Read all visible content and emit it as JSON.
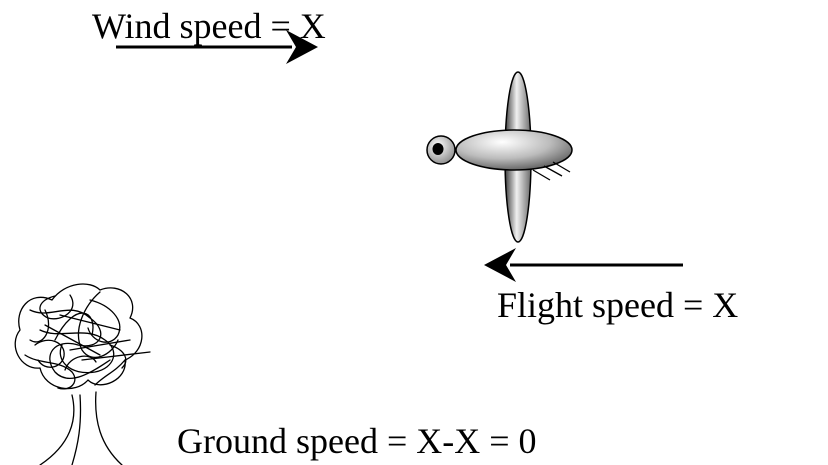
{
  "labels": {
    "wind": "Wind speed = X",
    "flight": "Flight speed = X",
    "ground": "Ground speed = X-X = 0"
  },
  "icons": {
    "wind_arrow": "arrow-right-icon",
    "flight_arrow": "arrow-left-icon",
    "insect": "flying-insect-icon",
    "tree": "tree-icon"
  },
  "colors": {
    "ink": "#000000",
    "background": "#ffffff"
  }
}
